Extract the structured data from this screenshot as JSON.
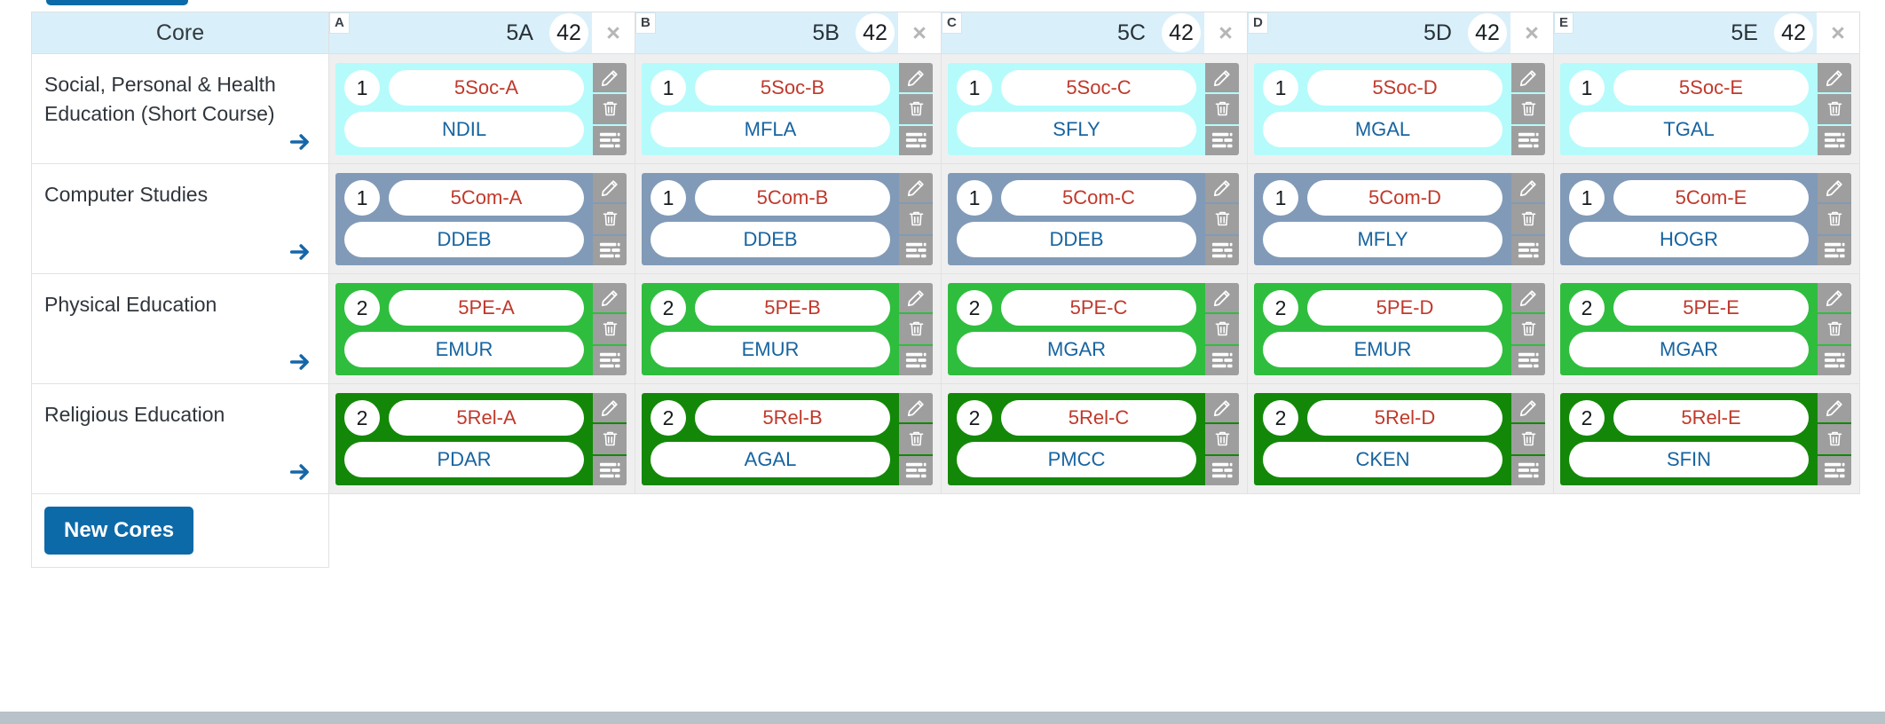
{
  "colors": {
    "header_bg": "#d9f0fb",
    "accent_blue": "#0d6aa8",
    "code_red": "#c0392b",
    "teacher_blue": "#1764a0",
    "row_aqua": "#b5fbfb",
    "row_slate": "#819ab8",
    "row_green": "#2fbd3e",
    "row_dark_green": "#138808",
    "action_gray": "#9e9e9e"
  },
  "header": {
    "corner_label": "Core",
    "columns": [
      {
        "letter": "A",
        "name": "5A",
        "count": "42",
        "close": "×"
      },
      {
        "letter": "B",
        "name": "5B",
        "count": "42",
        "close": "×"
      },
      {
        "letter": "C",
        "name": "5C",
        "count": "42",
        "close": "×"
      },
      {
        "letter": "D",
        "name": "5D",
        "count": "42",
        "close": "×"
      },
      {
        "letter": "E",
        "name": "5E",
        "count": "42",
        "close": "×"
      }
    ]
  },
  "rows": [
    {
      "label": "Social, Personal & Health Education (Short Course)",
      "style": "aqua",
      "cells": [
        {
          "num": "1",
          "code": "5Soc-A",
          "teacher": "NDIL"
        },
        {
          "num": "1",
          "code": "5Soc-B",
          "teacher": "MFLA"
        },
        {
          "num": "1",
          "code": "5Soc-C",
          "teacher": "SFLY"
        },
        {
          "num": "1",
          "code": "5Soc-D",
          "teacher": "MGAL"
        },
        {
          "num": "1",
          "code": "5Soc-E",
          "teacher": "TGAL"
        }
      ]
    },
    {
      "label": "Computer Studies",
      "style": "slate",
      "cells": [
        {
          "num": "1",
          "code": "5Com-A",
          "teacher": "DDEB"
        },
        {
          "num": "1",
          "code": "5Com-B",
          "teacher": "DDEB"
        },
        {
          "num": "1",
          "code": "5Com-C",
          "teacher": "DDEB"
        },
        {
          "num": "1",
          "code": "5Com-D",
          "teacher": "MFLY"
        },
        {
          "num": "1",
          "code": "5Com-E",
          "teacher": "HOGR"
        }
      ]
    },
    {
      "label": "Physical Education",
      "style": "green",
      "cells": [
        {
          "num": "2",
          "code": "5PE-A",
          "teacher": "EMUR"
        },
        {
          "num": "2",
          "code": "5PE-B",
          "teacher": "EMUR"
        },
        {
          "num": "2",
          "code": "5PE-C",
          "teacher": "MGAR"
        },
        {
          "num": "2",
          "code": "5PE-D",
          "teacher": "EMUR"
        },
        {
          "num": "2",
          "code": "5PE-E",
          "teacher": "MGAR"
        }
      ]
    },
    {
      "label": "Religious Education",
      "style": "dgreen",
      "cells": [
        {
          "num": "2",
          "code": "5Rel-A",
          "teacher": "PDAR"
        },
        {
          "num": "2",
          "code": "5Rel-B",
          "teacher": "AGAL"
        },
        {
          "num": "2",
          "code": "5Rel-C",
          "teacher": "PMCC"
        },
        {
          "num": "2",
          "code": "5Rel-D",
          "teacher": "CKEN"
        },
        {
          "num": "2",
          "code": "5Rel-E",
          "teacher": "SFIN"
        }
      ]
    }
  ],
  "footer": {
    "new_cores_label": "New Cores"
  },
  "icons": {
    "edit": "pencil-icon",
    "delete": "trash-icon",
    "list": "list-lines-icon",
    "expand": "arrow-right-icon",
    "close": "close-icon"
  }
}
